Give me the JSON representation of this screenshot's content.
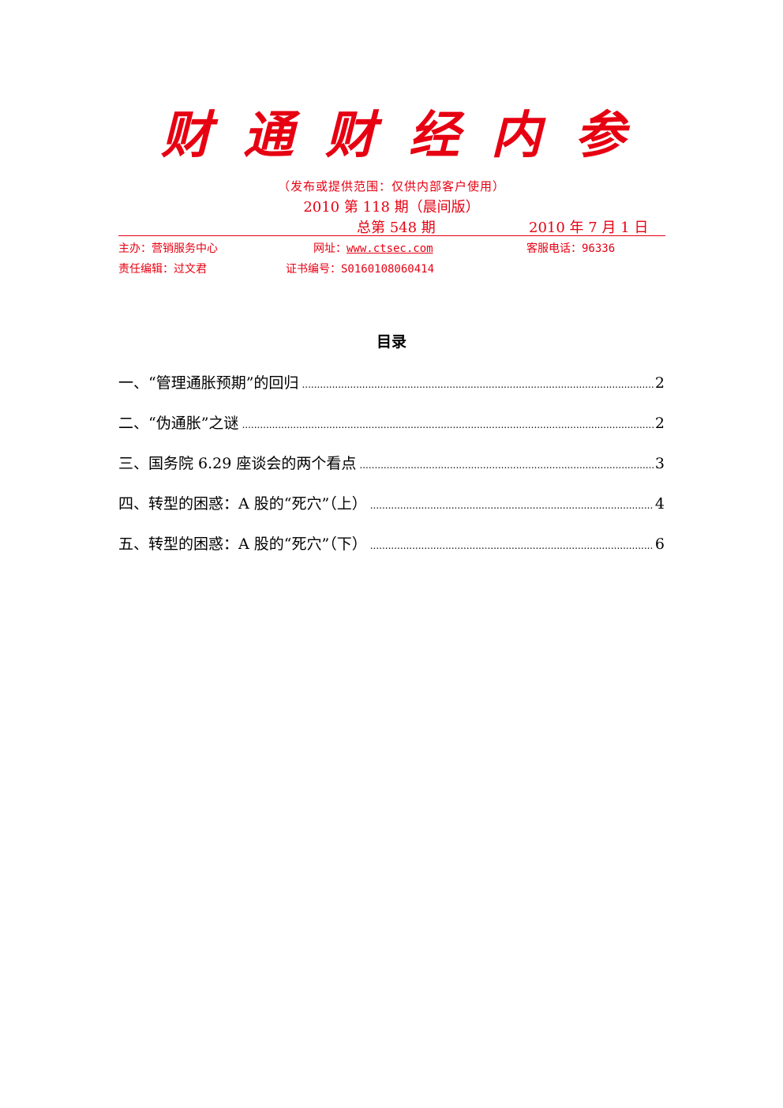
{
  "masthead": {
    "chars": [
      "财",
      "通",
      "财",
      "经",
      "内",
      "参"
    ]
  },
  "scope_text": "（发布或提供范围：仅供内部客户使用）",
  "issue_text": "2010 第 118 期（晨间版）",
  "total_text": "总第 548 期",
  "date_text": "2010 年 7 月 1 日",
  "info": {
    "organizer_label": "主办：营销服务中心",
    "website_label": "网址：",
    "website_url": "www.ctsec.com",
    "hotline_label": "客服电话：96336",
    "editor_label": "责任编辑：过文君",
    "cert_label": "证书编号：S0160108060414"
  },
  "toc": {
    "title": "目录",
    "items": [
      {
        "label": "一、“管理通胀预期”的回归",
        "page": "2"
      },
      {
        "label": "二、“伪通胀”之谜",
        "page": "2"
      },
      {
        "label": "三、国务院 6.29 座谈会的两个看点",
        "page": "3"
      },
      {
        "label": "四、转型的困惑：A 股的“死穴”（上）",
        "page": "4"
      },
      {
        "label": "五、转型的困惑：A 股的“死穴”（下）",
        "page": "6"
      }
    ]
  },
  "colors": {
    "accent": "#e60012",
    "text": "#000000"
  }
}
